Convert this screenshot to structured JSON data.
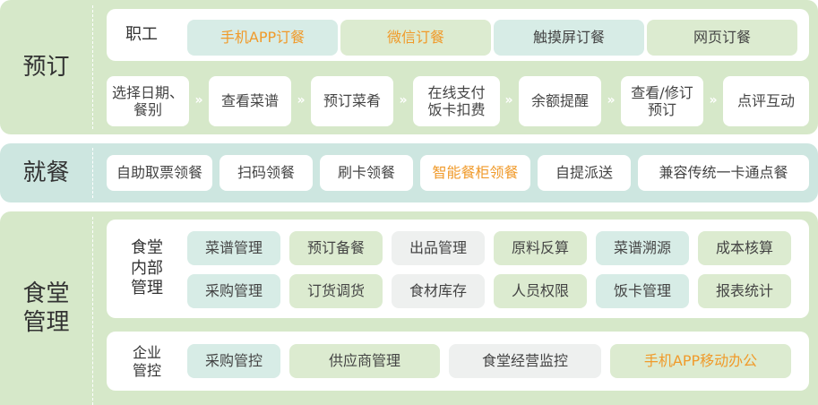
{
  "sections": {
    "booking": {
      "label": "预订",
      "employee_label": "职工",
      "channels": [
        "手机APP订餐",
        "微信订餐",
        "触摸屏订餐",
        "网页订餐"
      ],
      "steps": [
        "选择日期、\n餐别",
        "查看菜谱",
        "预订菜肴",
        "在线支付\n饭卡扣费",
        "余额提醒",
        "查看/修订\n预订",
        "点评互动"
      ]
    },
    "dining": {
      "label": "就餐",
      "methods": [
        "自助取票领餐",
        "扫码领餐",
        "刷卡领餐",
        "智能餐柜领餐",
        "自提派送",
        "兼容传统一卡通点餐"
      ]
    },
    "management": {
      "label": "食堂\n管理",
      "internal_label": "食堂\n内部\n管理",
      "internal_row1": [
        "菜谱管理",
        "预订备餐",
        "出品管理",
        "原料反算",
        "菜谱溯源",
        "成本核算"
      ],
      "internal_row2": [
        "采购管理",
        "订货调货",
        "食材库存",
        "人员权限",
        "饭卡管理",
        "报表统计"
      ],
      "enterprise_label": "企业\n管控",
      "enterprise_items": [
        "采购管控",
        "供应商管理",
        "食堂经营监控",
        "手机APP移动办公"
      ]
    }
  },
  "arrow_glyph": "»",
  "colors": {
    "accent_orange": "#f09a2a",
    "band_green": "#d6e8c9",
    "band_teal": "#cde6e0"
  }
}
